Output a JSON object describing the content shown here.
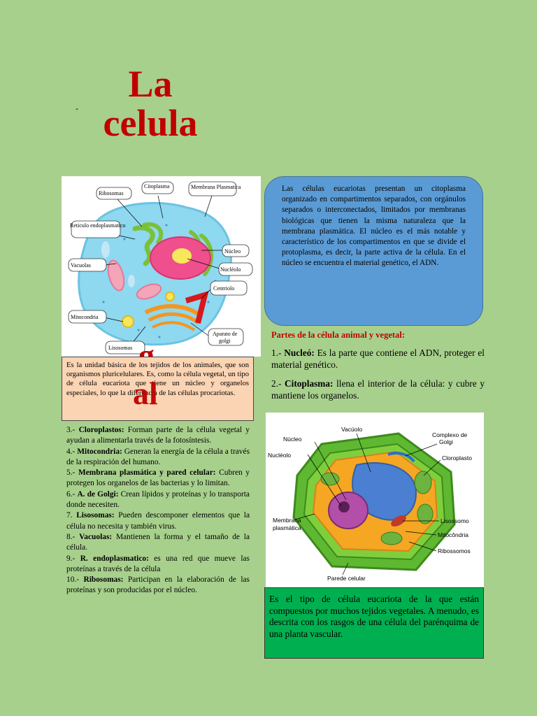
{
  "title": {
    "line1": "La",
    "line2": "celula"
  },
  "dash": "-",
  "overlay_fragments": {
    "g": "g",
    "al": "al"
  },
  "animal_cell_labels": {
    "ribosomas": "Ribosomas",
    "citoplasma": "Citoplasma",
    "membrana": "Membrana Plasmatica",
    "reticulo": "Reticulo endoplasmatico",
    "vacuolas": "Vacuolas",
    "nucleo": "Núcleo",
    "nucleolo": "Nucléolo",
    "centriolo": "Centriolo",
    "mitocondria": "Mitocondria",
    "aparato_1": "Aparato de",
    "aparato_2": "golgi",
    "lisosomas": "Lisosomas"
  },
  "peach_text": "Es la unidad básica de los tejidos de los animales, que son organismos pluricelulares. Es, como la célula vegetal, un tipo de célula eucariota que tiene un núcleo y organelos especiales, lo que la diferencia de las células procariotas.",
  "blue_text": "Las células eucariotas presentan un citoplasma organizado en compartimentos separados, con orgánulos separados o interconectados, limitados por membranas biológicas que tienen la misma naturaleza que la membrana plasmática. El núcleo es el más notable y característico de los compartimentos en que se divide el protoplasma, es decir, la parte activa de la célula. En el núcleo se encuentra el material genético, el ADN.",
  "partes_title": "Partes de la célula animal y vegetal:",
  "parts": [
    {
      "num": "1.- ",
      "name": "Nucleó:",
      "desc": " Es la parte que contiene el ADN, proteger el material genético."
    },
    {
      "num": "2.- ",
      "name": "Citoplasma:",
      "desc": " llena el interior de la célula: y cubre y mantiene los organelos."
    }
  ],
  "list": [
    {
      "num": "3.- ",
      "name": "Cloroplastos:",
      "desc": " Forman parte de la célula vegetal y ayudan a alimentarla través de la fotosíntesis."
    },
    {
      "num": "4.- ",
      "name": "Mitocondria:",
      "desc": " Generan la energía de la célula a través de la respiración del humano."
    },
    {
      "num": "5.- ",
      "name": "Membrana plasmática y pared celular:",
      "desc": " Cubren y protegen los organelos de las bacterias y lo limitan."
    },
    {
      "num": "6.- ",
      "name": "A. de Golgi:",
      "desc": " Crean lípidos y proteínas y lo transporta donde necesiten."
    },
    {
      "num": "7. ",
      "name": "Lisosomas:",
      "desc": " Pueden descomponer elementos que la célula no necesita y también virus."
    },
    {
      "num": "8.- ",
      "name": "Vacuolas:",
      "desc": " Mantienen la forma y el tamaño de la célula."
    },
    {
      "num": "9.- ",
      "name": "R. endoplasmatico:",
      "desc": " es una red que mueve las proteínas a través de la célula"
    },
    {
      "num": "10.- ",
      "name": "Ribosomas:",
      "desc": " Participan en la elaboración de las proteínas y son producidas por el núcleo."
    }
  ],
  "plant_cell_labels": {
    "vacuolo": "Vacúolo",
    "complexo_1": "Complexo de",
    "complexo_2": "Golgi",
    "nucleo": "Núcleo",
    "nucleolo": "Nucléolo",
    "cloroplasto": "Cloroplasto",
    "membrana_1": "Membrana",
    "membrana_2": "plasmática",
    "lisossomo": "Lisossomo",
    "mitocondria": "Mitocôndria",
    "ribossomos": "Ribossomos",
    "parede": "Parede celular"
  },
  "green_text": "Es el tipo de célula eucariota de la que están compuestos por muchos tejidos vegetales. A menudo, es descrita con los rasgos de una célula del parénquima de una planta vascular."
}
